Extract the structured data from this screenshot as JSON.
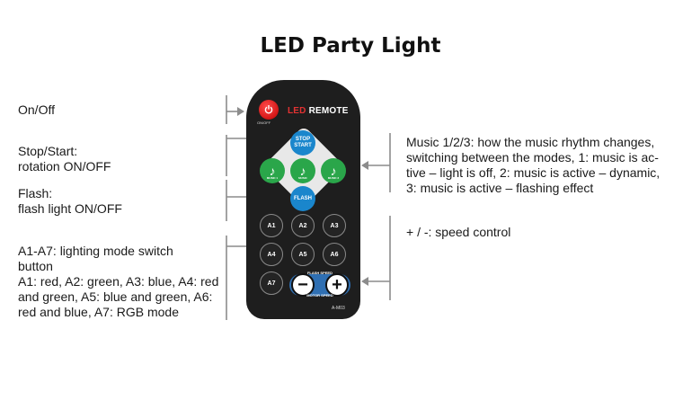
{
  "title": "LED Party Light",
  "labels": {
    "onoff": "On/Off",
    "stop_start_1": "Stop/Start:",
    "stop_start_2": "rotation ON/OFF",
    "flash_1": "Flash:",
    "flash_2": "flash light ON/OFF",
    "a_1": "A1-A7: lighting mode switch",
    "a_2": "button",
    "a_3": "A1: red, A2: green, A3: blue, A4: red",
    "a_4": "and green, A5: blue and green, A6:",
    "a_5": "red and blue, A7: RGB mode",
    "music_1": "Music 1/2/3: how the music rhythm changes,",
    "music_2": "switching between the modes, 1: music is ac-",
    "music_3": "tive – light is off, 2: music is active – dynamic,",
    "music_4": "3: music is active – flashing effect",
    "speed": "+ / -: speed control"
  },
  "remote": {
    "onoff_small": "ON/OFF",
    "brand_led": "LED",
    "brand_remote": " REMOTE",
    "stop_start": "STOP\nSTART",
    "flash": "FLASH",
    "music_buttons": [
      "MUSIC 1",
      "MUSIC",
      "MUSIC 3"
    ],
    "a_buttons": [
      "A1",
      "A2",
      "A3",
      "A4",
      "A5",
      "A6",
      "A7"
    ],
    "flash_speed": "FLASH SPEED",
    "motor_speed": "MOTOR SPEED",
    "minus": "−",
    "plus": "+",
    "model": "A-M03"
  },
  "colors": {
    "remote_body": "#1e1e1e",
    "power": "#d81010",
    "accent_blue": "#1a86cc",
    "accent_green": "#2aa64a",
    "speed_pill": "#2f6fb2"
  },
  "icons": [
    "power-icon",
    "music-note-icon"
  ]
}
